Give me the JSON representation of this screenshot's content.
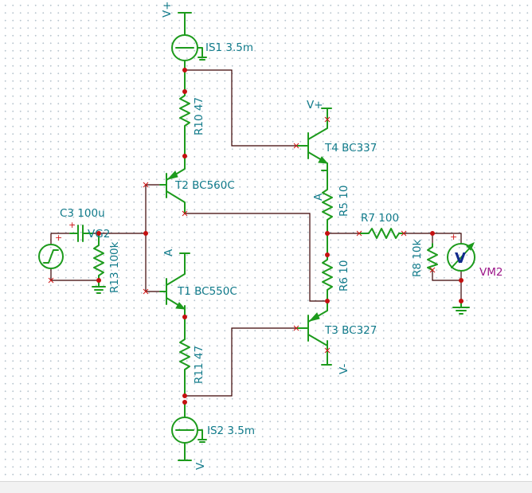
{
  "components": {
    "is1": "IS1 3.5m",
    "is2": "IS2 3.5m",
    "r10": "R10 47",
    "r11": "R11 47",
    "r5": "R5 10",
    "r6": "R6 10",
    "r7": "R7 100",
    "r8": "R8 10k",
    "r13": "R13 100k",
    "c3": "C3 100u",
    "t1": "T1 BC550C",
    "t2": "T2 BC560C",
    "t3": "T3 BC327",
    "t4": "T4 BC337",
    "vg2": "VG2",
    "vm2": "VM2"
  },
  "supplies": {
    "vplus": "V+",
    "vminus": "V-"
  },
  "markers": {
    "a": "A",
    "plus": "+",
    "meter": "V"
  },
  "colors": {
    "component": "#1d9b1d",
    "wire": "#3a0000",
    "label": "#107a8a",
    "node": "#c41010",
    "meter_label": "#9d178a"
  }
}
